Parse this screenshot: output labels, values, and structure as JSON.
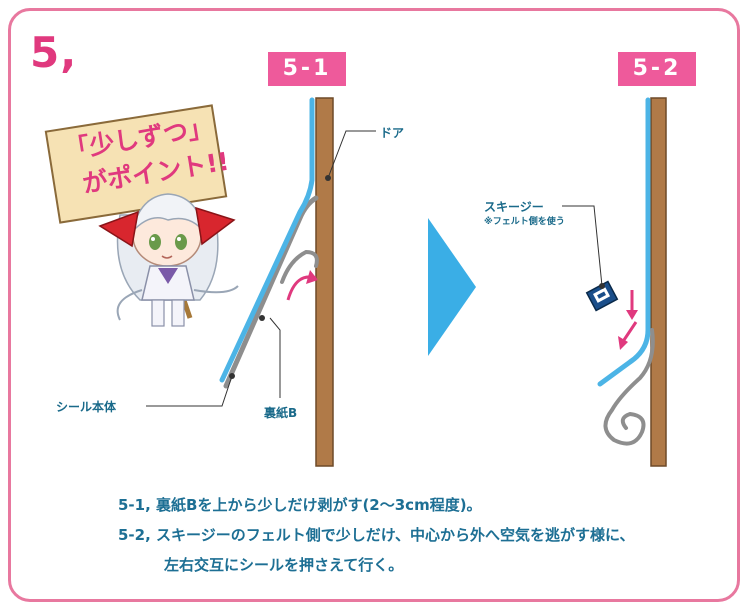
{
  "step_title": "5,",
  "panels": [
    {
      "badge": "5-1",
      "labels": {
        "door": "ドア",
        "backing": "裏紙B",
        "sticker": "シール本体"
      }
    },
    {
      "badge": "5-2",
      "labels": {
        "squeegee": "スキージー",
        "felt_note": "※フェルト側を使う"
      }
    }
  ],
  "sign": {
    "line1": "「少しずつ」",
    "line2": "がポイント!!"
  },
  "instructions": [
    "5-1, 裏紙Bを上から少しだけ剥がす(2〜3cm程度)。",
    "5-2, スキージーのフェルト側で少しだけ、中心から外へ空気を逃がす様に、",
    "左右交互にシールを押さえて行く。"
  ],
  "colors": {
    "accent_pink": "#e0397e",
    "badge_pink": "#ee5a9b",
    "frame_pink": "#e8789f",
    "door_brown": "#b07a48",
    "sticker_blue": "#4cb4e6",
    "arrow_blue": "#3aaee6",
    "label_teal": "#1a6a8a"
  },
  "icons": [
    "squeegee-icon",
    "next-arrow-icon",
    "peel-arrow-icon"
  ]
}
